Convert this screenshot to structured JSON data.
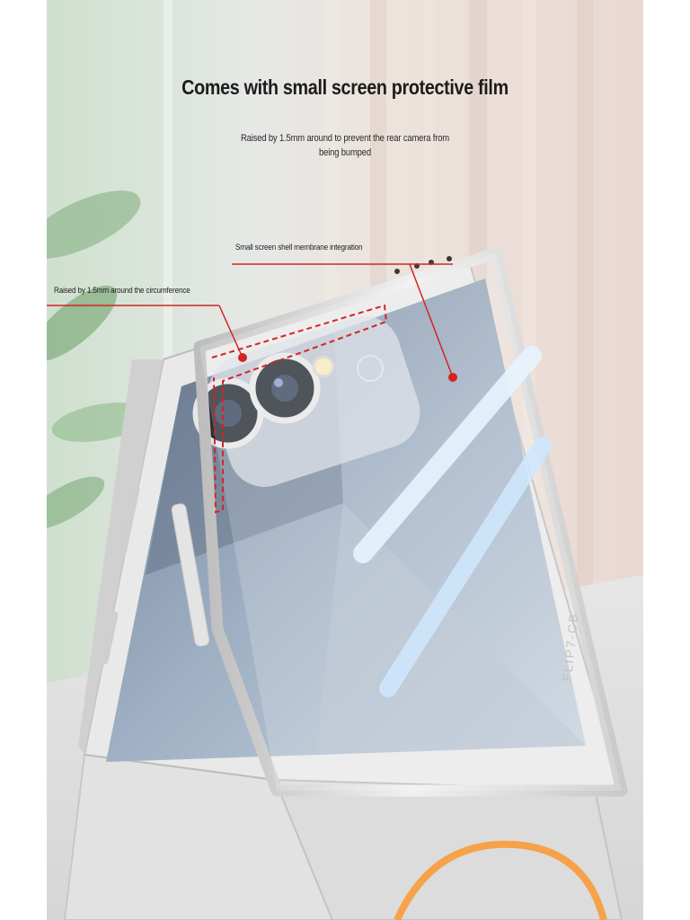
{
  "header": {
    "title": "Comes with small screen protective film",
    "subtitle": "Raised by 1.5mm around to prevent the rear camera from being bumped"
  },
  "callouts": {
    "membrane": "Small screen shell membrane integration",
    "raised": "Raised by 1.5mm around the circumference"
  },
  "product": {
    "model_mark": "FLIP7-CB"
  },
  "colors": {
    "callout_line": "#d42424",
    "frame": "#d9d9d9",
    "accent_ring": "#f5a24a"
  },
  "icons": [
    "camera-lens-icon",
    "flash-icon"
  ]
}
